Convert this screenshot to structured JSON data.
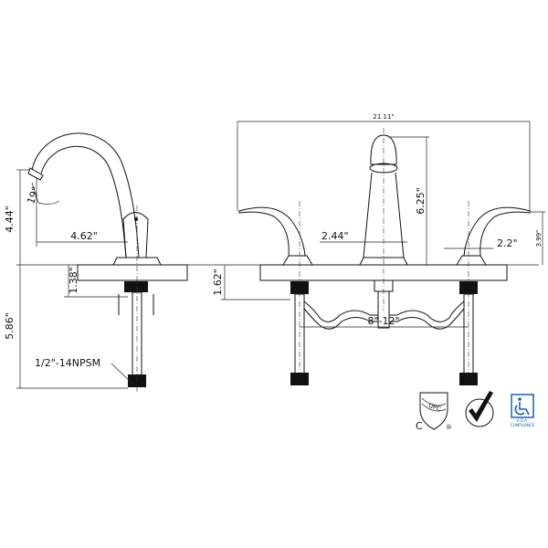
{
  "side_view": {
    "height_label": "4.44\"",
    "angle_label": "19°",
    "reach_label": "4.62\"",
    "deck_label": "1.38\"",
    "shank_label": "5.86\"",
    "thread_label": "1/2\"-14NPSM"
  },
  "front_view": {
    "width_label": "21.11\"",
    "spout_height_label": "6.25\"",
    "spout_base_label": "2.44\"",
    "handle_base_label": "2.2\"",
    "handle_height_label": "3.99\"",
    "deck_thickness_label": "1.62\"",
    "spread_label": "8\"-12\""
  },
  "certifications": {
    "upc_label": "UPC",
    "c_label": "C",
    "registered_label": "®",
    "ada_label_1": "A.D.A.",
    "ada_label_2": "COMPLIANCE",
    "ada_color": "#1a5fb4"
  }
}
